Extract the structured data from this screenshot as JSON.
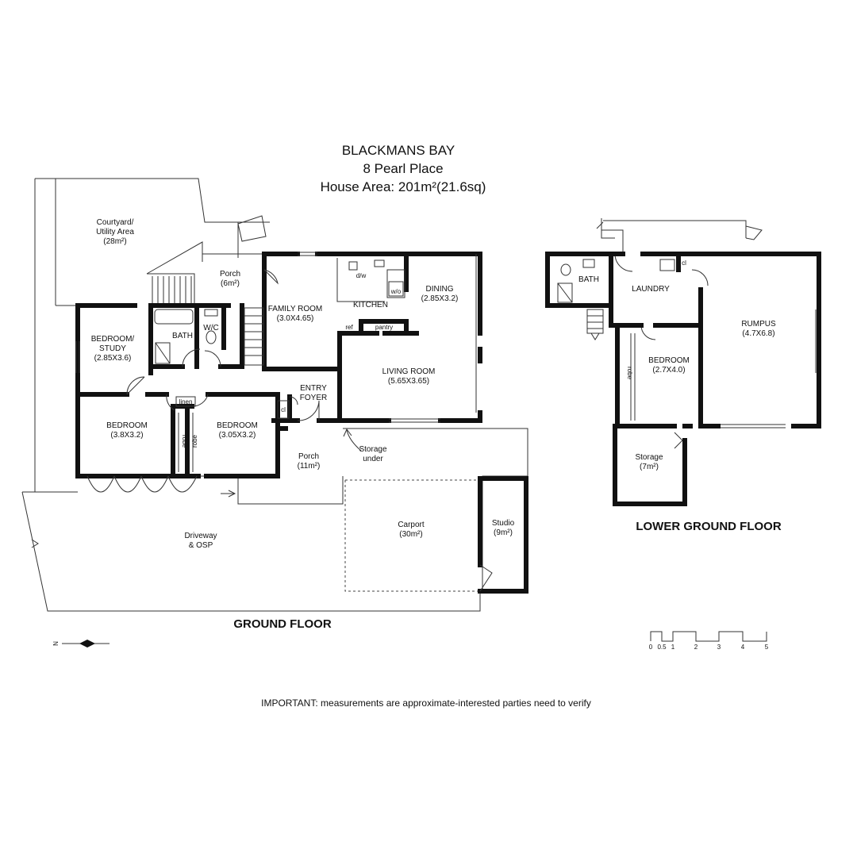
{
  "header": {
    "suburb": "BLACKMANS BAY",
    "address": "8 Pearl Place",
    "area": "House Area: 201m²(21.6sq)"
  },
  "ground_floor": {
    "label": "GROUND FLOOR",
    "rooms": {
      "courtyard": [
        "Courtyard/",
        "Utility Area",
        "(28m²)"
      ],
      "porch_top": [
        "Porch",
        "(6m²)"
      ],
      "family": [
        "FAMILY ROOM",
        "(3.0X4.65)"
      ],
      "dw": "d/w",
      "wo": "w/o",
      "kitchen": "KITCHEN",
      "dining": [
        "DINING",
        "(2.85X3.2)"
      ],
      "ref": "ref",
      "pantry": "pantry",
      "bedroom_study": [
        "BEDROOM/",
        "STUDY",
        "(2.85X3.6)"
      ],
      "bath": "BATH",
      "wc": "W/C",
      "living": [
        "LIVING ROOM",
        "(5.65X3.65)"
      ],
      "entry": [
        "ENTRY",
        "FOYER"
      ],
      "linen": "linen",
      "robe1": "robe",
      "robe2": "robe",
      "cl": "cl",
      "bedroom1": [
        "BEDROOM",
        "(3.8X3.2)"
      ],
      "bedroom2": [
        "BEDROOM",
        "(3.05X3.2)"
      ],
      "porch_front": [
        "Porch",
        "(11m²)"
      ],
      "storage_under": [
        "Storage",
        "under"
      ],
      "driveway": [
        "Driveway",
        "& OSP"
      ],
      "carport": [
        "Carport",
        "(30m²)"
      ],
      "studio": [
        "Studio",
        "(9m²)"
      ]
    }
  },
  "lower_floor": {
    "label": "LOWER GROUND FLOOR",
    "rooms": {
      "bath": "BATH",
      "cl": "cl",
      "laundry": "LAUNDRY",
      "rumpus": [
        "RUMPUS",
        "(4.7X6.8)"
      ],
      "bedroom": [
        "BEDROOM",
        "(2.7X4.0)"
      ],
      "robe": "robe",
      "storage": [
        "Storage",
        "(7m²)"
      ]
    }
  },
  "compass": {
    "label": "N"
  },
  "scale": {
    "ticks": [
      "0",
      "0.5",
      "1",
      "2",
      "3",
      "4",
      "5"
    ]
  },
  "footer": {
    "note": "IMPORTANT: measurements are approximate-interested parties need to verify"
  }
}
